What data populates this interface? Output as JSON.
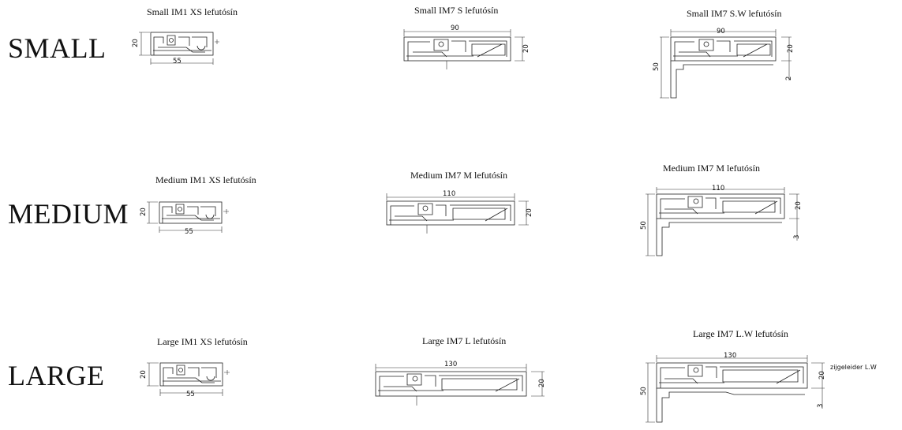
{
  "rows": {
    "small": "SMALL",
    "medium": "MEDIUM",
    "large": "LARGE"
  },
  "captions": {
    "small_xs": "Small IM1 XS lefutósín",
    "small_s": "Small IM7 S lefutósín",
    "small_sw": "Small IM7 S.W lefutósín",
    "medium_xs": "Medium IM1 XS lefutósín",
    "medium_m": "Medium IM7 M lefutósín",
    "medium_mw": "Medium IM7 M lefutósín",
    "large_xs": "Large IM1 XS lefutósín",
    "large_l": "Large IM7 L lefutósín",
    "large_lw": "Large IM7 L.W lefutósín"
  },
  "dims": {
    "small_xs": {
      "h": "20",
      "w": "55"
    },
    "small_s": {
      "w": "90",
      "h": "20"
    },
    "small_sw": {
      "w": "90",
      "h": "20",
      "leg": "50",
      "t": "2"
    },
    "medium_xs": {
      "h": "20",
      "w": "55"
    },
    "medium_m": {
      "w": "110",
      "h": "20"
    },
    "medium_mw": {
      "w": "110",
      "h": "20",
      "leg": "50",
      "t": "3"
    },
    "large_xs": {
      "h": "20",
      "w": "55"
    },
    "large_l": {
      "w": "130",
      "h": "20"
    },
    "large_lw": {
      "w": "130",
      "h": "20",
      "leg": "50",
      "t": "3"
    }
  },
  "side_note": "zijgeleider L.W"
}
